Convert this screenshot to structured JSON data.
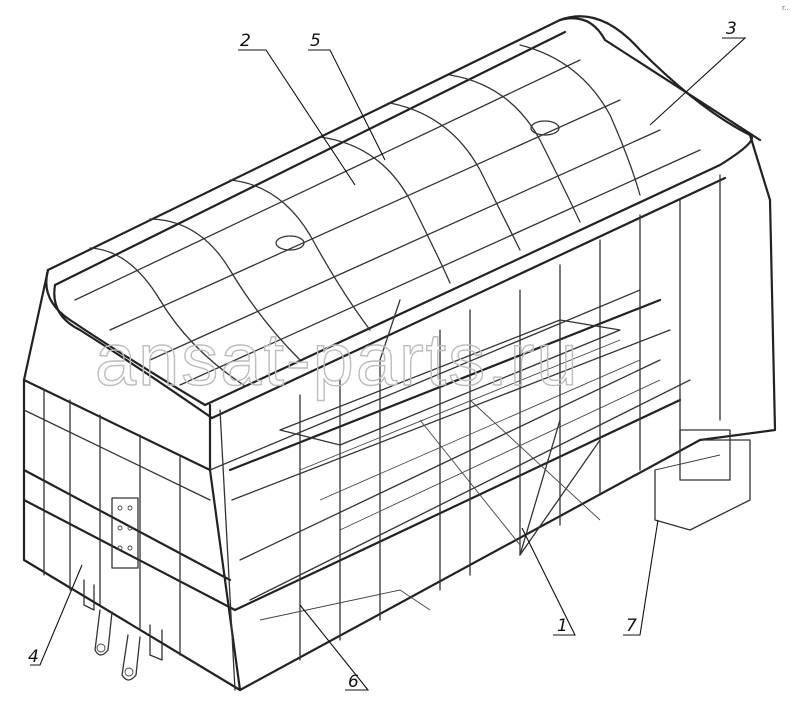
{
  "callouts": [
    {
      "id": "2",
      "label": "2"
    },
    {
      "id": "5",
      "label": "5"
    },
    {
      "id": "3",
      "label": "3"
    },
    {
      "id": "4",
      "label": "4"
    },
    {
      "id": "6",
      "label": "6"
    },
    {
      "id": "1",
      "label": "1"
    },
    {
      "id": "7",
      "label": "7"
    }
  ],
  "watermark": "ansat-parts.ru",
  "corner_mark": "r.."
}
